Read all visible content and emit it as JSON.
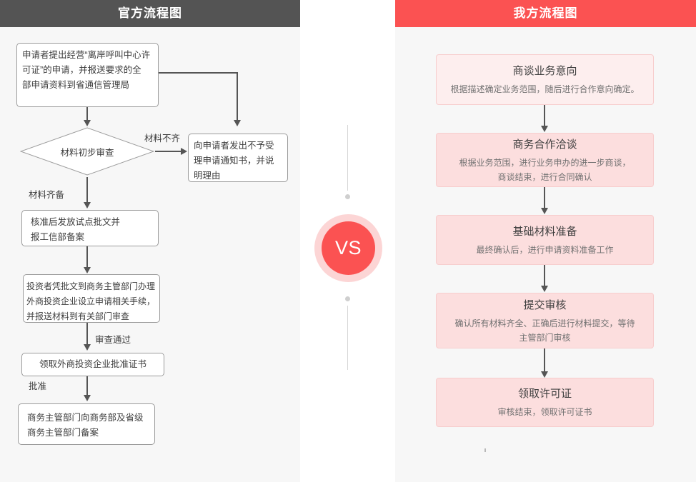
{
  "panels": {
    "left": {
      "title": "官方流程图",
      "header_color": "#545454",
      "nodes": [
        {
          "name": "apply-submit",
          "lines": [
            "申请者提出经营“离岸呼叫中心许",
            "可证”的申请，并报送要求的全",
            "部申请资料到省通信管理局"
          ]
        },
        {
          "name": "preliminary-review",
          "lines": [
            "材料初步审查"
          ]
        },
        {
          "name": "rejection-notice",
          "lines": [
            "向申请者发出不予受",
            "理申请通知书，并说",
            "明理由"
          ]
        },
        {
          "name": "pilot-approval",
          "lines": [
            "核准后发放试点批文并",
            "报工信部备案"
          ]
        },
        {
          "name": "investor-procedure",
          "lines": [
            "投资者凭批文到商务主管部门办理",
            "外商投资企业设立申请相关手续，",
            "并报送材料到有关部门审查"
          ]
        },
        {
          "name": "receive-certificate",
          "lines": [
            "领取外商投资企业批准证书"
          ]
        },
        {
          "name": "record-filing",
          "lines": [
            "商务主管部门向商务部及省级",
            "商务主管部门备案"
          ]
        }
      ],
      "edge_labels": {
        "incomplete": "材料不齐",
        "complete": "材料齐备",
        "passed": "审查通过",
        "approved": "批准"
      }
    },
    "right": {
      "title": "我方流程图",
      "header_color": "#fb5252",
      "cards": [
        {
          "name": "business-intent",
          "title": "商谈业务意向",
          "desc": [
            "根据描述确定业务范围，随后进行合作意向确定。"
          ]
        },
        {
          "name": "business-negotiation",
          "title": "商务合作洽谈",
          "desc": [
            "根据业务范围，进行业务申办的进一步商谈，",
            "商谈结束，进行合同确认"
          ]
        },
        {
          "name": "material-preparation",
          "title": "基础材料准备",
          "desc": [
            "最终确认后，进行申请资料准备工作"
          ]
        },
        {
          "name": "submit-review",
          "title": "提交审核",
          "desc": [
            "确认所有材料齐全、正确后进行材料提交，等待",
            "主管部门审核"
          ]
        },
        {
          "name": "obtain-license",
          "title": "领取许可证",
          "desc": [
            "审核结束，领取许可证书"
          ]
        }
      ]
    }
  },
  "divider": {
    "vs_label": "VS",
    "badge_color": "#fb5252",
    "ring_color": "#fcd5d5",
    "line_color": "#d6d6d6"
  }
}
